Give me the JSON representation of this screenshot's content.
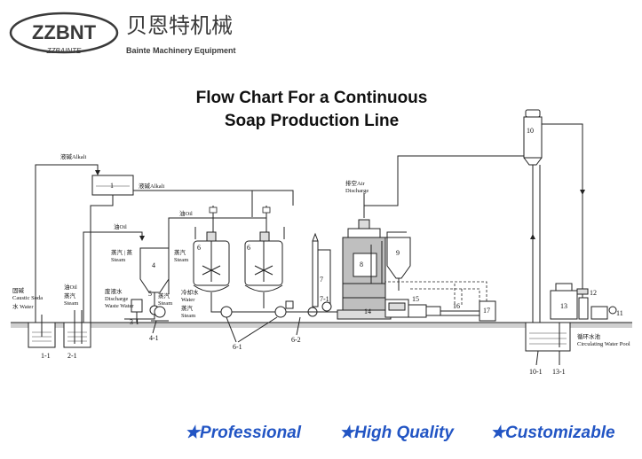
{
  "brand": {
    "logo_text": "ZZBNT",
    "logo_subtext": "ZZBAINTE",
    "name_cn": "贝恩特机械",
    "name_en": "Bainte Machinery Equipment"
  },
  "title": {
    "line1": "Flow Chart For a Continuous",
    "line2": "Soap Production Line"
  },
  "taglines": [
    "★Professional",
    "★High Quality",
    "★Customizable"
  ],
  "labels": {
    "alkali_top": "液碱Alkali",
    "alkali_mid": "液碱Alkali",
    "oil_a": "油Oil",
    "oil_b": "油Oil",
    "air_cn": "排空Air",
    "air_en": "Discharge",
    "tank1_cn": "固碱",
    "tank1_en": "Caustic Soda",
    "tank1_water": "水 Water",
    "tank2_oil": "油Oil",
    "tank2_steam_cn": "蒸汽",
    "tank2_steam_en": "Steam",
    "steam4_cn": "蒸汽 | 蒸",
    "steam4_en": "Steam",
    "waste_cn": "废液水",
    "waste_en": "Discharge",
    "waste_en2": "Waste Water",
    "steam_cn": "蒸汽",
    "steam_en": "Steam",
    "cooling_cn": "冷却水",
    "cooling_en": "Water",
    "steam6_cn": "蒸汽",
    "steam6_en": "Steam",
    "steam6b": "蒸汽",
    "steam6b_en": "Steam",
    "pool_cn": "循环水池",
    "pool_en": "Circulating Water Pool"
  },
  "equipment_numbers": {
    "n1": "1",
    "n4": "4",
    "n5": "5",
    "n6a": "6",
    "n6b": "6",
    "n7": "7",
    "n7_1": "7-1",
    "n8": "8",
    "n9": "9",
    "n10": "10",
    "n11": "11",
    "n12": "12",
    "n13": "13",
    "n14": "14",
    "n15": "15",
    "n16": "16",
    "n17": "17",
    "n1_1": "1-1",
    "n2_1": "2-1",
    "n3_1": "3-1",
    "n4_1": "4-1",
    "n6_1": "6-1",
    "n6_2": "6-2",
    "n10_1": "10-1",
    "n13_1": "13-1"
  },
  "colors": {
    "tagline": "#2255c4",
    "logo": "#3a3a3a"
  }
}
